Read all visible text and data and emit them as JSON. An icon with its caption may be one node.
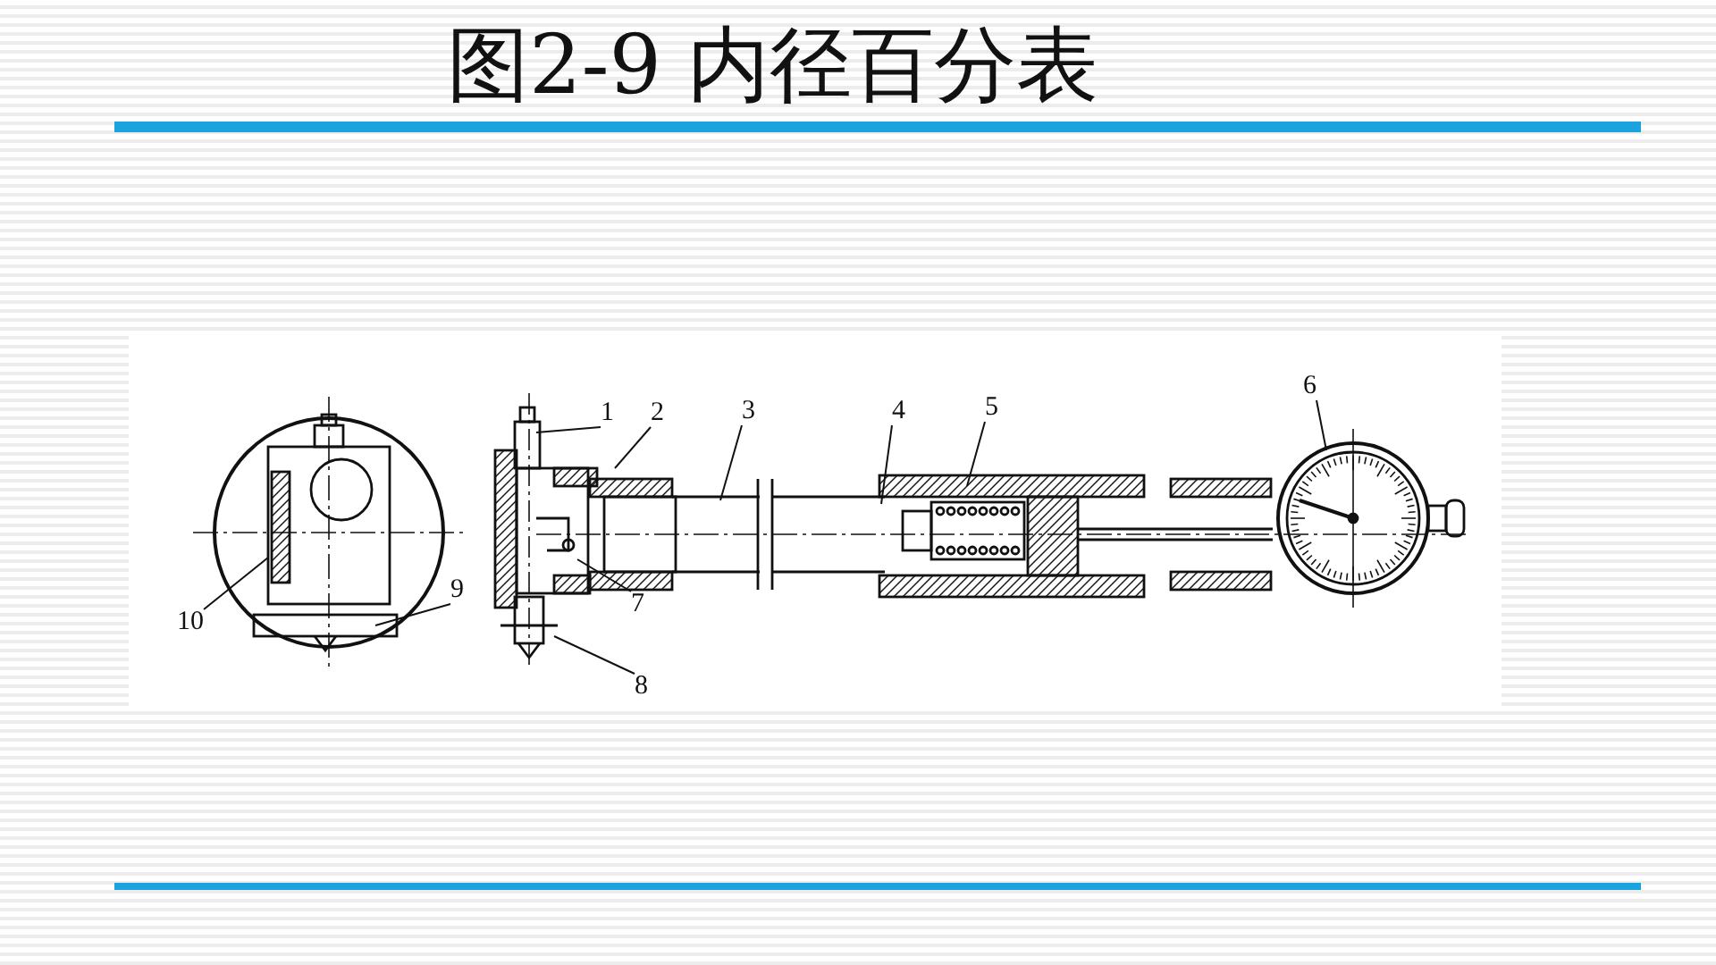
{
  "diagram": {
    "title": "图2-9 内径百分表",
    "nodes": [
      {
        "text": [
          "1"
        ]
      },
      {
        "text": [
          "2"
        ]
      },
      {
        "text": [
          "3"
        ]
      },
      {
        "text": [
          "4"
        ]
      },
      {
        "text": [
          "5"
        ]
      },
      {
        "text": [
          "6"
        ]
      },
      {
        "text": [
          "7"
        ]
      },
      {
        "text": [
          "8"
        ]
      },
      {
        "text": [
          "9"
        ]
      },
      {
        "text": [
          "10"
        ]
      }
    ],
    "edges": [
      {
        "from": 0,
        "to": null,
        "arrow": "none"
      },
      {
        "from": 1,
        "to": null,
        "arrow": "none"
      },
      {
        "from": 2,
        "to": null,
        "arrow": "none"
      },
      {
        "from": 3,
        "to": null,
        "arrow": "none"
      },
      {
        "from": 4,
        "to": null,
        "arrow": "none"
      },
      {
        "from": 5,
        "to": null,
        "arrow": "none"
      },
      {
        "from": 6,
        "to": null,
        "arrow": "none"
      },
      {
        "from": 7,
        "to": null,
        "arrow": "none"
      },
      {
        "from": 8,
        "to": null,
        "arrow": "none"
      },
      {
        "from": 9,
        "to": null,
        "arrow": "none"
      }
    ]
  }
}
